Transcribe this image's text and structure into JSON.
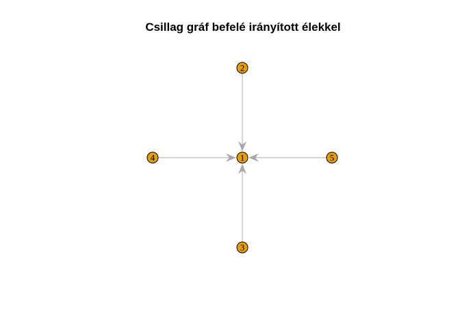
{
  "diagram": {
    "title": "Csillag gráf befelé irányított élekkel",
    "colors": {
      "node_fill": "#E69F00",
      "node_stroke": "#000000",
      "edge": "#A8A8A8",
      "background": "#FFFFFF"
    },
    "nodes": [
      {
        "id": "1",
        "label": "1"
      },
      {
        "id": "2",
        "label": "2"
      },
      {
        "id": "3",
        "label": "3"
      },
      {
        "id": "4",
        "label": "4"
      },
      {
        "id": "5",
        "label": "5"
      }
    ],
    "edges": [
      {
        "from": "2",
        "to": "1"
      },
      {
        "from": "3",
        "to": "1"
      },
      {
        "from": "4",
        "to": "1"
      },
      {
        "from": "5",
        "to": "1"
      }
    ]
  }
}
